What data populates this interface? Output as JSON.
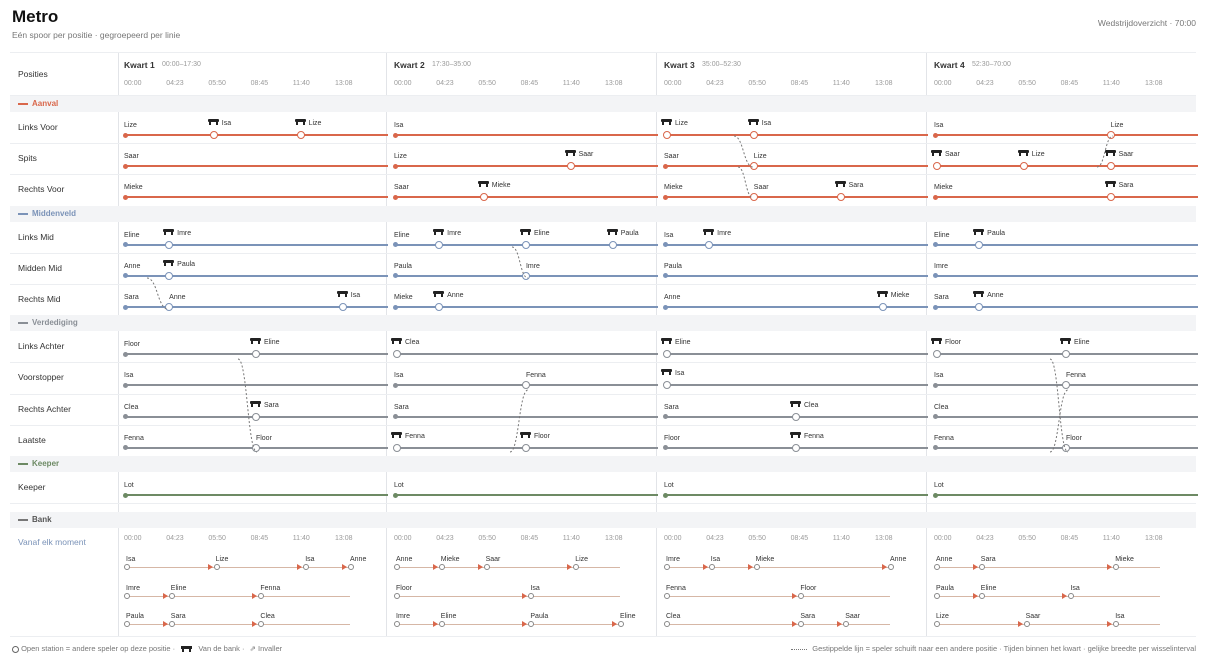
{
  "app_title": "Metro",
  "subtitle": "Eén spoor per positie · gegroepeerd per linie",
  "summary": "Wedstrijdoverzicht · 70:00",
  "positions_header": "Posities",
  "quarters": [
    {
      "name": "Kwart 1",
      "range": "00:00–17:30"
    },
    {
      "name": "Kwart 2",
      "range": "17:30–35:00"
    },
    {
      "name": "Kwart 3",
      "range": "35:00–52:30"
    },
    {
      "name": "Kwart 4",
      "range": "52:30–70:00"
    }
  ],
  "ticks": [
    "00:00",
    "04:23",
    "05:50",
    "08:45",
    "11:40",
    "13:08"
  ],
  "colors": {
    "aanval": "#d9674b",
    "middenveld": "#7b93b8",
    "verdediging": "#8a8f96",
    "keeper": "#6d8a64",
    "bank": "#b8876f"
  },
  "sections": [
    {
      "id": "aanval",
      "name": "Aanval",
      "color": "#d9674b",
      "rows": [
        {
          "label": "Links Voor",
          "quarters": [
            [
              {
                "p": "Lize",
                "t": 0.0,
                "s": "start"
              },
              {
                "p": "Isa",
                "t": 0.35,
                "s": "bench"
              },
              {
                "p": "Lize",
                "t": 0.7,
                "s": "bench"
              }
            ],
            [
              {
                "p": "Isa",
                "t": 0.0,
                "s": "start"
              }
            ],
            [
              {
                "p": "Lize",
                "t": 0.0,
                "s": "bench"
              },
              {
                "p": "Isa",
                "t": 0.35,
                "s": "bench"
              }
            ],
            [
              {
                "p": "Isa",
                "t": 0.0,
                "s": "start"
              },
              {
                "p": "Lize",
                "t": 0.7,
                "s": "open"
              }
            ]
          ]
        },
        {
          "label": "Spits",
          "quarters": [
            [
              {
                "p": "Saar",
                "t": 0.0,
                "s": "start"
              }
            ],
            [
              {
                "p": "Lize",
                "t": 0.0,
                "s": "start"
              },
              {
                "p": "Saar",
                "t": 0.7,
                "s": "bench"
              }
            ],
            [
              {
                "p": "Saar",
                "t": 0.0,
                "s": "start"
              },
              {
                "p": "Lize",
                "t": 0.35,
                "s": "open"
              }
            ],
            [
              {
                "p": "Saar",
                "t": 0.0,
                "s": "bench"
              },
              {
                "p": "Lize",
                "t": 0.35,
                "s": "bench"
              },
              {
                "p": "Saar",
                "t": 0.7,
                "s": "bench"
              }
            ]
          ]
        },
        {
          "label": "Rechts Voor",
          "quarters": [
            [
              {
                "p": "Mieke",
                "t": 0.0,
                "s": "start"
              }
            ],
            [
              {
                "p": "Saar",
                "t": 0.0,
                "s": "start"
              },
              {
                "p": "Mieke",
                "t": 0.35,
                "s": "bench"
              }
            ],
            [
              {
                "p": "Mieke",
                "t": 0.0,
                "s": "start"
              },
              {
                "p": "Saar",
                "t": 0.35,
                "s": "open"
              },
              {
                "p": "Sara",
                "t": 0.7,
                "s": "bench"
              }
            ],
            [
              {
                "p": "Mieke",
                "t": 0.0,
                "s": "start"
              },
              {
                "p": "Sara",
                "t": 0.7,
                "s": "bench"
              }
            ]
          ]
        }
      ]
    },
    {
      "id": "middenveld",
      "name": "Middenveld",
      "color": "#7b93b8",
      "rows": [
        {
          "label": "Links Mid",
          "quarters": [
            [
              {
                "p": "Eline",
                "t": 0.0,
                "s": "start"
              },
              {
                "p": "Imre",
                "t": 0.17,
                "s": "bench"
              }
            ],
            [
              {
                "p": "Eline",
                "t": 0.0,
                "s": "start"
              },
              {
                "p": "Imre",
                "t": 0.17,
                "s": "bench"
              },
              {
                "p": "Eline",
                "t": 0.52,
                "s": "bench"
              },
              {
                "p": "Paula",
                "t": 0.87,
                "s": "bench"
              }
            ],
            [
              {
                "p": "Isa",
                "t": 0.0,
                "s": "start"
              },
              {
                "p": "Imre",
                "t": 0.17,
                "s": "bench"
              }
            ],
            [
              {
                "p": "Eline",
                "t": 0.0,
                "s": "start"
              },
              {
                "p": "Paula",
                "t": 0.17,
                "s": "bench"
              }
            ]
          ]
        },
        {
          "label": "Midden Mid",
          "quarters": [
            [
              {
                "p": "Anne",
                "t": 0.0,
                "s": "start"
              },
              {
                "p": "Paula",
                "t": 0.17,
                "s": "bench"
              }
            ],
            [
              {
                "p": "Paula",
                "t": 0.0,
                "s": "start"
              },
              {
                "p": "Imre",
                "t": 0.52,
                "s": "open"
              }
            ],
            [
              {
                "p": "Paula",
                "t": 0.0,
                "s": "start"
              }
            ],
            [
              {
                "p": "Imre",
                "t": 0.0,
                "s": "start"
              }
            ]
          ]
        },
        {
          "label": "Rechts Mid",
          "quarters": [
            [
              {
                "p": "Sara",
                "t": 0.0,
                "s": "start"
              },
              {
                "p": "Anne",
                "t": 0.17,
                "s": "open"
              },
              {
                "p": "Isa",
                "t": 0.87,
                "s": "bench"
              }
            ],
            [
              {
                "p": "Mieke",
                "t": 0.0,
                "s": "start"
              },
              {
                "p": "Anne",
                "t": 0.17,
                "s": "bench"
              }
            ],
            [
              {
                "p": "Anne",
                "t": 0.0,
                "s": "start"
              },
              {
                "p": "Mieke",
                "t": 0.87,
                "s": "bench"
              }
            ],
            [
              {
                "p": "Sara",
                "t": 0.0,
                "s": "start"
              },
              {
                "p": "Anne",
                "t": 0.17,
                "s": "bench"
              }
            ]
          ]
        }
      ]
    },
    {
      "id": "verdediging",
      "name": "Verdediging",
      "color": "#8a8f96",
      "rows": [
        {
          "label": "Links Achter",
          "quarters": [
            [
              {
                "p": "Floor",
                "t": 0.0,
                "s": "start"
              },
              {
                "p": "Eline",
                "t": 0.52,
                "s": "bench"
              }
            ],
            [
              {
                "p": "Clea",
                "t": 0.0,
                "s": "bench"
              }
            ],
            [
              {
                "p": "Eline",
                "t": 0.0,
                "s": "bench"
              }
            ],
            [
              {
                "p": "Floor",
                "t": 0.0,
                "s": "bench"
              },
              {
                "p": "Eline",
                "t": 0.52,
                "s": "bench"
              }
            ]
          ]
        },
        {
          "label": "Voorstopper",
          "quarters": [
            [
              {
                "p": "Isa",
                "t": 0.0,
                "s": "start"
              }
            ],
            [
              {
                "p": "Isa",
                "t": 0.0,
                "s": "start"
              },
              {
                "p": "Fenna",
                "t": 0.52,
                "s": "open"
              }
            ],
            [
              {
                "p": "Isa",
                "t": 0.0,
                "s": "bench"
              }
            ],
            [
              {
                "p": "Isa",
                "t": 0.0,
                "s": "start"
              },
              {
                "p": "Fenna",
                "t": 0.52,
                "s": "open"
              }
            ]
          ]
        },
        {
          "label": "Rechts Achter",
          "quarters": [
            [
              {
                "p": "Clea",
                "t": 0.0,
                "s": "start"
              },
              {
                "p": "Sara",
                "t": 0.52,
                "s": "bench"
              }
            ],
            [
              {
                "p": "Sara",
                "t": 0.0,
                "s": "start"
              }
            ],
            [
              {
                "p": "Sara",
                "t": 0.0,
                "s": "start"
              },
              {
                "p": "Clea",
                "t": 0.52,
                "s": "bench"
              }
            ],
            [
              {
                "p": "Clea",
                "t": 0.0,
                "s": "start"
              }
            ]
          ]
        },
        {
          "label": "Laatste",
          "quarters": [
            [
              {
                "p": "Fenna",
                "t": 0.0,
                "s": "start"
              },
              {
                "p": "Floor",
                "t": 0.52,
                "s": "open"
              }
            ],
            [
              {
                "p": "Fenna",
                "t": 0.0,
                "s": "bench"
              },
              {
                "p": "Floor",
                "t": 0.52,
                "s": "bench"
              }
            ],
            [
              {
                "p": "Floor",
                "t": 0.0,
                "s": "start"
              },
              {
                "p": "Fenna",
                "t": 0.52,
                "s": "bench"
              }
            ],
            [
              {
                "p": "Fenna",
                "t": 0.0,
                "s": "start"
              },
              {
                "p": "Floor",
                "t": 0.52,
                "s": "open"
              }
            ]
          ]
        }
      ]
    },
    {
      "id": "keeper",
      "name": "Keeper",
      "color": "#6d8a64",
      "rows": [
        {
          "label": "Keeper",
          "quarters": [
            [
              {
                "p": "Lot",
                "t": 0.0,
                "s": "start"
              }
            ],
            [
              {
                "p": "Lot",
                "t": 0.0,
                "s": "start"
              }
            ],
            [
              {
                "p": "Lot",
                "t": 0.0,
                "s": "start"
              }
            ],
            [
              {
                "p": "Lot",
                "t": 0.0,
                "s": "start"
              }
            ]
          ]
        }
      ]
    }
  ],
  "bench_section": {
    "name": "Bank",
    "label": "Vanaf elk moment",
    "quarters": [
      [
        [
          {
            "p": "Isa",
            "t": 0.0
          },
          {
            "p": "Lize",
            "t": 0.4
          },
          {
            "p": "Isa",
            "t": 0.8
          },
          {
            "p": "Anne",
            "t": 1.0
          }
        ],
        [
          {
            "p": "Imre",
            "t": 0.0
          },
          {
            "p": "Eline",
            "t": 0.2
          },
          {
            "p": "Fenna",
            "t": 0.6
          }
        ],
        [
          {
            "p": "Paula",
            "t": 0.0
          },
          {
            "p": "Sara",
            "t": 0.2
          },
          {
            "p": "Clea",
            "t": 0.6
          }
        ]
      ],
      [
        [
          {
            "p": "Anne",
            "t": 0.0
          },
          {
            "p": "Mieke",
            "t": 0.2
          },
          {
            "p": "Saar",
            "t": 0.4
          },
          {
            "p": "Lize",
            "t": 0.8
          }
        ],
        [
          {
            "p": "Floor",
            "t": 0.0
          },
          {
            "p": "Isa",
            "t": 0.6
          }
        ],
        [
          {
            "p": "Imre",
            "t": 0.0
          },
          {
            "p": "Eline",
            "t": 0.2
          },
          {
            "p": "Paula",
            "t": 0.6
          },
          {
            "p": "Eline",
            "t": 1.0
          }
        ]
      ],
      [
        [
          {
            "p": "Imre",
            "t": 0.0
          },
          {
            "p": "Isa",
            "t": 0.2
          },
          {
            "p": "Mieke",
            "t": 0.4
          },
          {
            "p": "Anne",
            "t": 1.0
          }
        ],
        [
          {
            "p": "Fenna",
            "t": 0.0
          },
          {
            "p": "Floor",
            "t": 0.6
          }
        ],
        [
          {
            "p": "Clea",
            "t": 0.0
          },
          {
            "p": "Sara",
            "t": 0.6
          },
          {
            "p": "Saar",
            "t": 0.8
          }
        ]
      ],
      [
        [
          {
            "p": "Anne",
            "t": 0.0
          },
          {
            "p": "Sara",
            "t": 0.2
          },
          {
            "p": "Mieke",
            "t": 0.8
          }
        ],
        [
          {
            "p": "Paula",
            "t": 0.0
          },
          {
            "p": "Eline",
            "t": 0.2
          },
          {
            "p": "Isa",
            "t": 0.6
          }
        ],
        [
          {
            "p": "Lize",
            "t": 0.0
          },
          {
            "p": "Saar",
            "t": 0.4
          },
          {
            "p": "Isa",
            "t": 0.8
          }
        ]
      ]
    ]
  },
  "legend_left": {
    "open": "Open station = andere speler op deze positie ·",
    "bench": "Van de bank ·",
    "sub": "Invaller"
  },
  "legend_right": "Gestippelde lijn = speler schuift naar een andere positie · Tijden binnen het kwart · gelijke breedte per wisselinterval"
}
